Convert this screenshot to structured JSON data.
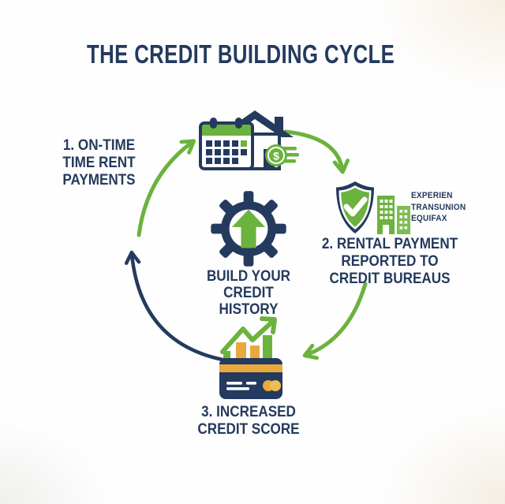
{
  "title": "THE CREDIT BUILDING CYCLE",
  "colors": {
    "navy": "#243a5e",
    "green": "#6cb23e",
    "green_light": "#7dbd52",
    "gold": "#eaa93c",
    "background": "#fefefe"
  },
  "center": {
    "icon": "gear-up-arrow-icon",
    "line1": "BUILD YOUR",
    "line2": "CREDIT",
    "line3": "HISTORY"
  },
  "steps": [
    {
      "icon": "house-calendar-payment-icon",
      "line1": "1. ON-TIME",
      "line2": "TIME RENT",
      "line3": "PAYMENTS"
    },
    {
      "icon": "shield-check-buildings-icon",
      "line1": "2. RENTAL PAYMENT",
      "line2": "REPORTED TO",
      "line3": "CREDIT BUREAUS"
    },
    {
      "icon": "credit-card-growth-chart-icon",
      "line1": "3. INCREASED",
      "line2": "CREDIT SCORE"
    }
  ],
  "bureaus": {
    "line1": "EXPERIEN",
    "line2": "TRANSUNION",
    "line3": "EQUIFAX"
  },
  "top_icon": {
    "dollar": "$"
  }
}
